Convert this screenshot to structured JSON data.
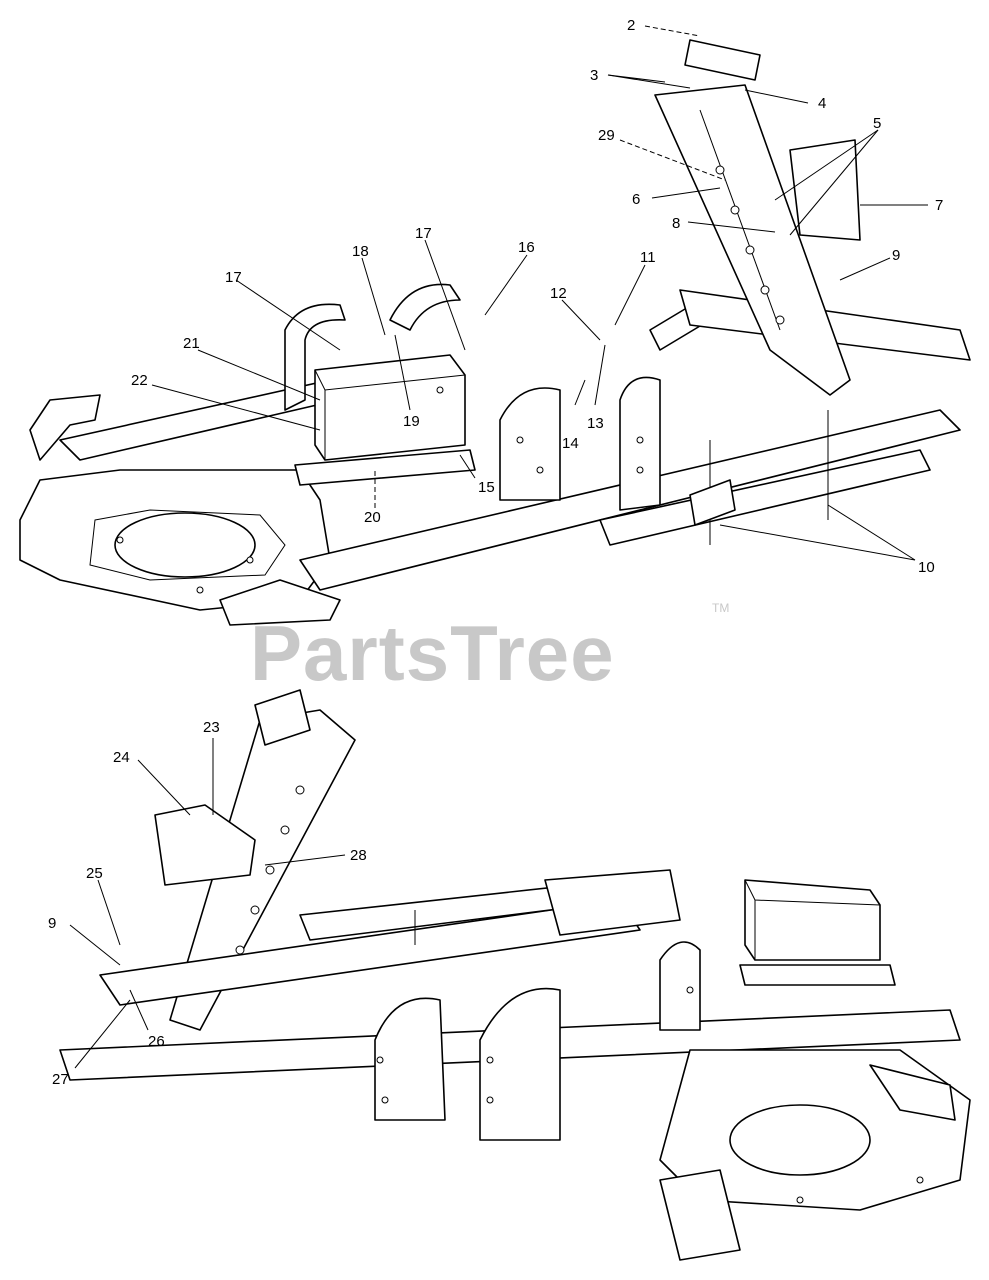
{
  "watermark": {
    "text": "PartsTree",
    "trademark": "TM"
  },
  "callouts_top": [
    "2",
    "3",
    "4",
    "5",
    "29",
    "6",
    "7",
    "8",
    "9",
    "16",
    "17",
    "18",
    "17",
    "11",
    "12",
    "21",
    "22",
    "19",
    "13",
    "14",
    "15",
    "20",
    "10"
  ],
  "callouts_bottom": [
    "23",
    "24",
    "28",
    "25",
    "9",
    "26",
    "27"
  ]
}
